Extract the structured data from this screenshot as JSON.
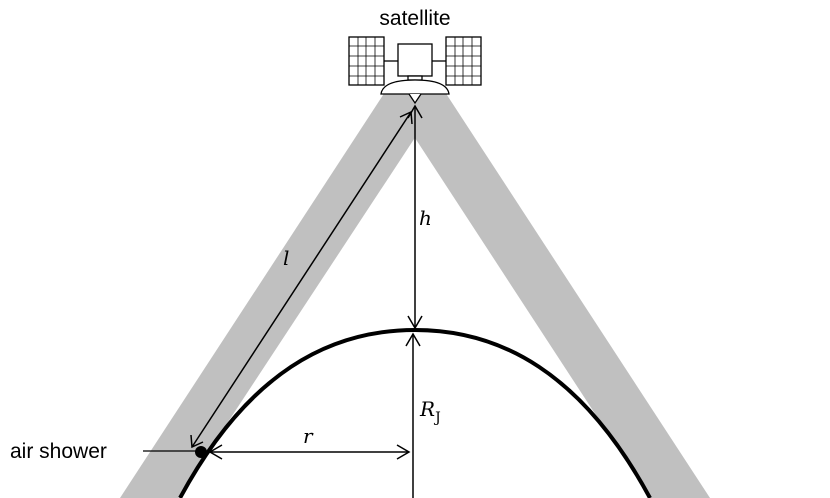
{
  "labels": {
    "satellite": "satellite",
    "air_shower": "air shower",
    "h": "h",
    "l": "l",
    "r": "r",
    "R": "R",
    "R_subscript": "J"
  },
  "colors": {
    "beam": "#c0c0c0",
    "line": "#000000",
    "background": "#ffffff"
  }
}
